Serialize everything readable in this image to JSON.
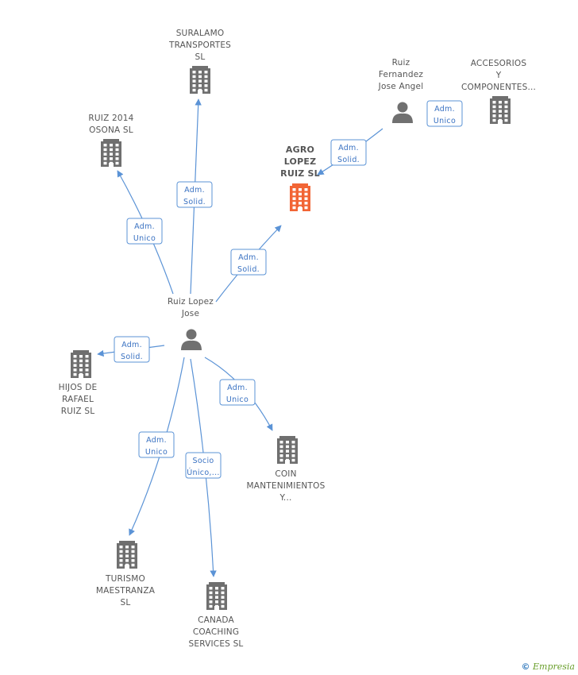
{
  "colors": {
    "company": "#6f6f6f",
    "main": "#f26535",
    "person": "#707070",
    "edge": "#5b93d6"
  },
  "nodes": [
    {
      "id": "agro",
      "type": "company",
      "main": true,
      "lines": [
        "AGRO",
        "LOPEZ",
        "RUIZ SL"
      ]
    },
    {
      "id": "suralamo",
      "type": "company",
      "lines": [
        "SURALAMO",
        "TRANSPORTES",
        "SL"
      ]
    },
    {
      "id": "ruiz2014",
      "type": "company",
      "lines": [
        "RUIZ 2014",
        "OSONA  SL"
      ]
    },
    {
      "id": "accesorios",
      "type": "company",
      "lines": [
        "ACCESORIOS",
        "Y",
        "COMPONENTES..."
      ]
    },
    {
      "id": "rfja",
      "type": "person",
      "lines": [
        "Ruiz",
        "Fernandez",
        "Jose Angel"
      ]
    },
    {
      "id": "rlj",
      "type": "person",
      "lines": [
        "Ruiz Lopez",
        "Jose"
      ]
    },
    {
      "id": "hijos",
      "type": "company",
      "lines": [
        "HIJOS DE",
        "RAFAEL",
        "RUIZ SL"
      ]
    },
    {
      "id": "coin",
      "type": "company",
      "lines": [
        "COIN",
        "MANTENIMIENTOS",
        "Y..."
      ]
    },
    {
      "id": "turismo",
      "type": "company",
      "lines": [
        "TURISMO",
        "MAESTRANZA",
        "SL"
      ]
    },
    {
      "id": "canada",
      "type": "company",
      "lines": [
        "CANADA",
        "COACHING",
        "SERVICES  SL"
      ]
    }
  ],
  "edges": [
    {
      "from": "rlj",
      "to": "suralamo",
      "label": [
        "Adm.",
        "Solid."
      ]
    },
    {
      "from": "rlj",
      "to": "ruiz2014",
      "label": [
        "Adm.",
        "Unico"
      ]
    },
    {
      "from": "rlj",
      "to": "agro",
      "label": [
        "Adm.",
        "Solid."
      ]
    },
    {
      "from": "rlj",
      "to": "hijos",
      "label": [
        "Adm.",
        "Solid."
      ]
    },
    {
      "from": "rlj",
      "to": "coin",
      "label": [
        "Adm.",
        "Unico"
      ]
    },
    {
      "from": "rlj",
      "to": "turismo",
      "label": [
        "Adm.",
        "Unico"
      ]
    },
    {
      "from": "rlj",
      "to": "canada",
      "label": [
        "Socio",
        "Único,..."
      ]
    },
    {
      "from": "rfja",
      "to": "agro",
      "label": [
        "Adm.",
        "Solid."
      ]
    },
    {
      "from": "rfja",
      "to": "accesorios",
      "label": [
        "Adm.",
        "Unico"
      ]
    }
  ],
  "footer": {
    "copyright": "©",
    "brand_initial": "E",
    "brand_rest": "mpresia"
  }
}
